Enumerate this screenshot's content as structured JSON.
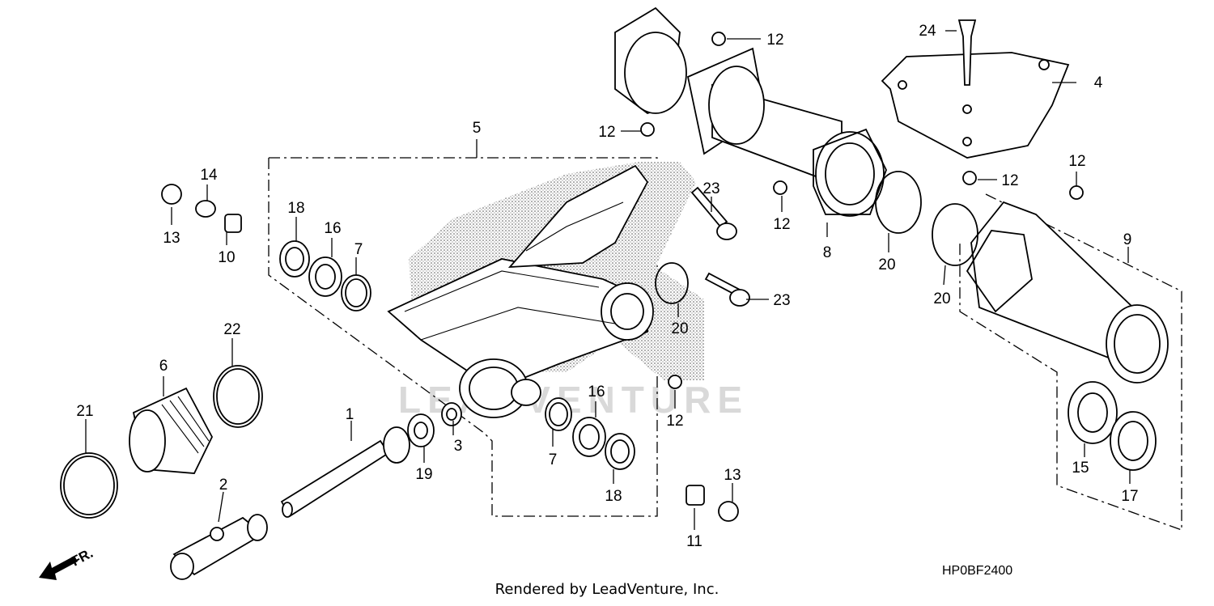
{
  "callouts": {
    "c1": "1",
    "c2": "2",
    "c3": "3",
    "c4": "4",
    "c5": "5",
    "c6": "6",
    "c7a": "7",
    "c7b": "7",
    "c8": "8",
    "c9": "9",
    "c10": "10",
    "c11": "11",
    "c12a": "12",
    "c12b": "12",
    "c12c": "12",
    "c12d": "12",
    "c12e": "12",
    "c12f": "12",
    "c13a": "13",
    "c13b": "13",
    "c14": "14",
    "c15": "15",
    "c16a": "16",
    "c16b": "16",
    "c17": "17",
    "c18a": "18",
    "c18b": "18",
    "c19": "19",
    "c20a": "20",
    "c20b": "20",
    "c20c": "20",
    "c21": "21",
    "c22": "22",
    "c23a": "23",
    "c23b": "23",
    "c24": "24"
  },
  "front_indicator": "FR.",
  "watermark": "LEADVENTURE",
  "diagram_code": "HP0BF2400",
  "footer": "Rendered by LeadVenture, Inc."
}
